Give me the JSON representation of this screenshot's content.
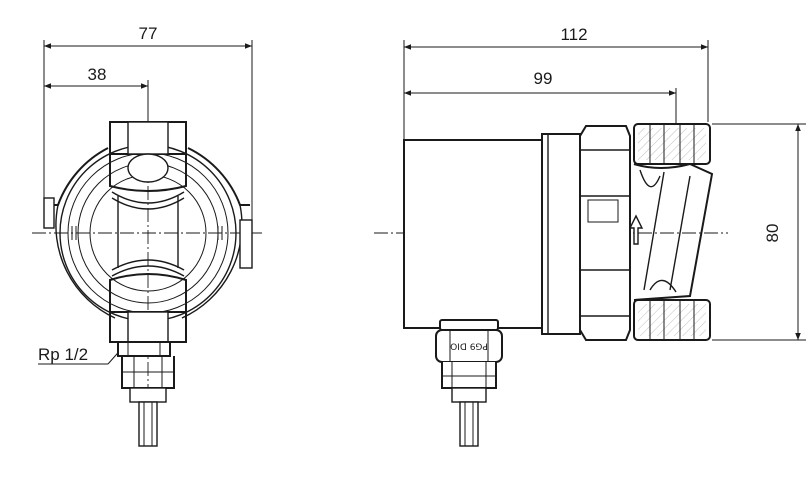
{
  "front_view": {
    "dimensions": {
      "overall_width": "77",
      "half_width": "38",
      "thread": "Rp 1/2"
    }
  },
  "side_view": {
    "dimensions": {
      "overall_length": "112",
      "body_length": "99",
      "port_height": "80"
    },
    "cable_gland_label": "PG9 DIO"
  }
}
